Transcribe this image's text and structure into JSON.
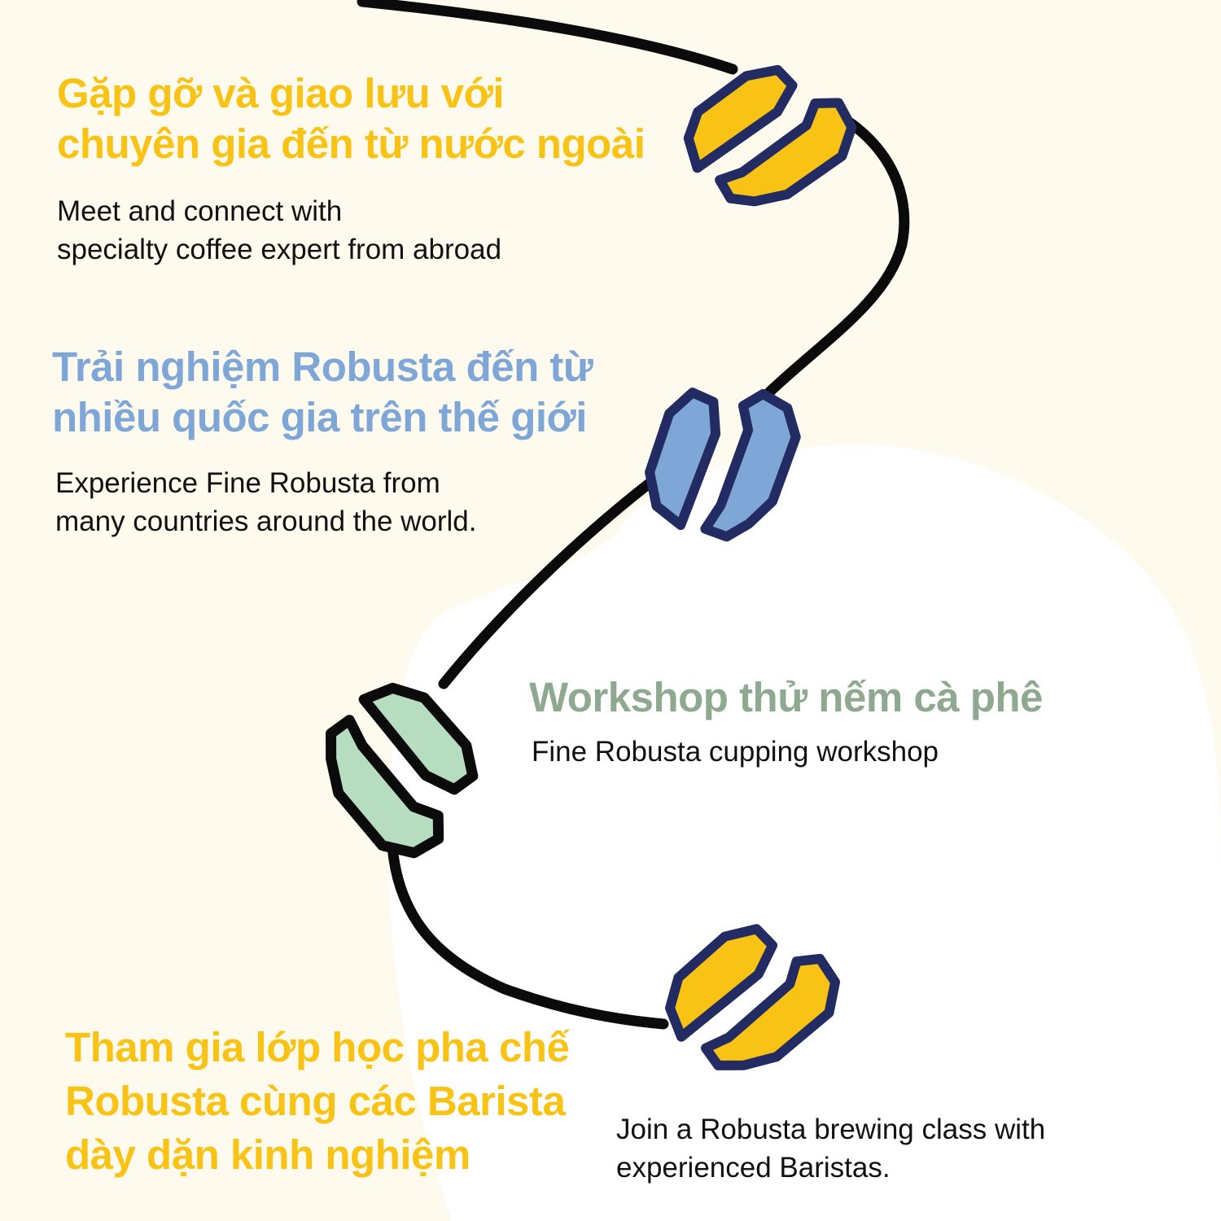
{
  "colors": {
    "background": "#fefaed",
    "highlight": "#ffffff",
    "yellow": "#f9c315",
    "blue": "#7ea7d8",
    "green": "#b6ddbf",
    "sage": "#8ea98f",
    "bean_outline_dark_blue": "#232c62",
    "bean_outline_black": "#0b0b0b",
    "path": "#0b0b0b",
    "body_text": "#111111"
  },
  "items": [
    {
      "title_lines": [
        "Gặp gỡ và giao lưu với",
        "chuyên gia đến từ nước ngoài"
      ],
      "subtitle_lines": [
        "Meet and connect with",
        "specialty coffee expert from abroad"
      ],
      "accent": "#f9c315",
      "icon": "coffee-bean-icon"
    },
    {
      "title_lines": [
        "Trải nghiệm Robusta đến từ",
        "nhiều quốc gia trên thế giới"
      ],
      "subtitle_lines": [
        "Experience Fine Robusta from",
        "many countries around the world."
      ],
      "accent": "#7ea7d8",
      "icon": "coffee-bean-icon"
    },
    {
      "title_lines": [
        "Workshop thử nếm cà phê"
      ],
      "subtitle_lines": [
        "Fine Robusta cupping workshop"
      ],
      "accent": "#8ea98f",
      "icon": "coffee-bean-icon"
    },
    {
      "title_lines": [
        "Tham gia lớp học pha chế",
        "Robusta cùng các Barista",
        "dày dặn kinh nghiệm"
      ],
      "subtitle_lines": [
        "Join a Robusta brewing class with",
        "experienced Baristas."
      ],
      "accent": "#f9c315",
      "icon": "coffee-bean-icon"
    }
  ]
}
